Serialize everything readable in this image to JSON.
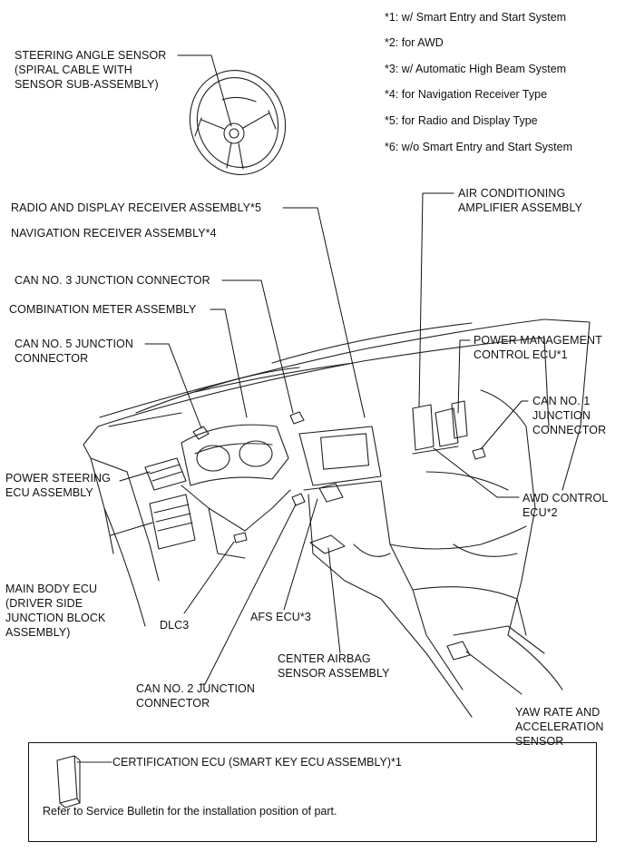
{
  "notes": [
    "*1: w/ Smart Entry and Start System",
    "*2: for AWD",
    "*3: w/ Automatic High Beam System",
    "*4: for Navigation Receiver Type",
    "*5: for Radio and Display Type",
    "*6: w/o Smart Entry and Start System"
  ],
  "labels": {
    "steering_angle_sensor": [
      "STEERING ANGLE SENSOR",
      "(SPIRAL CABLE WITH",
      "SENSOR SUB-ASSEMBLY)"
    ],
    "radio_display_receiver": "RADIO AND DISPLAY RECEIVER ASSEMBLY*5",
    "navigation_receiver": "NAVIGATION RECEIVER ASSEMBLY*4",
    "can3": "CAN NO. 3 JUNCTION CONNECTOR",
    "combination_meter": "COMBINATION METER ASSEMBLY",
    "can5": [
      "CAN NO. 5 JUNCTION",
      "CONNECTOR"
    ],
    "power_steering_ecu": [
      "POWER STEERING",
      "ECU ASSEMBLY"
    ],
    "main_body_ecu": [
      "MAIN BODY ECU",
      "(DRIVER SIDE",
      "JUNCTION BLOCK",
      "ASSEMBLY)"
    ],
    "dlc3": "DLC3",
    "afs_ecu": "AFS ECU*3",
    "can2": [
      "CAN NO. 2 JUNCTION",
      "CONNECTOR"
    ],
    "center_airbag": [
      "CENTER AIRBAG",
      "SENSOR ASSEMBLY"
    ],
    "air_conditioning": [
      "AIR CONDITIONING",
      "AMPLIFIER ASSEMBLY"
    ],
    "power_management": [
      "POWER MANAGEMENT",
      "CONTROL ECU*1"
    ],
    "can1": [
      "CAN NO. 1",
      "JUNCTION",
      "CONNECTOR"
    ],
    "awd_control": [
      "AWD CONTROL",
      "ECU*2"
    ],
    "yaw_rate": [
      "YAW RATE AND",
      "ACCELERATION",
      "SENSOR"
    ]
  },
  "box": {
    "certification_ecu": "CERTIFICATION ECU (SMART KEY ECU ASSEMBLY)*1",
    "refer_text": "Refer to Service Bulletin for the installation position of part."
  }
}
